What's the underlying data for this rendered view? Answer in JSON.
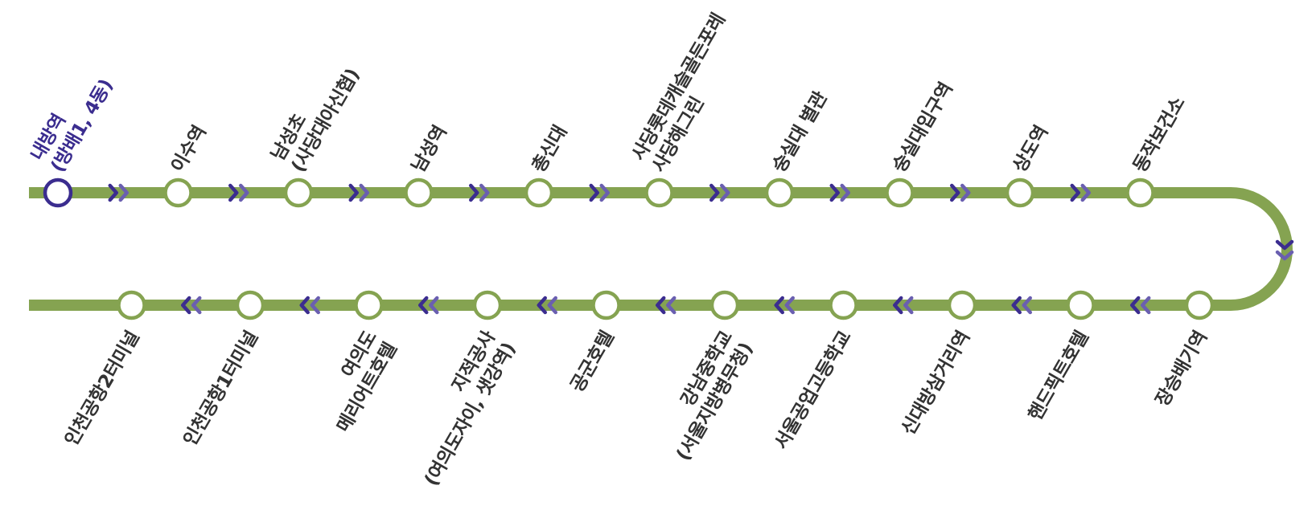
{
  "colors": {
    "route": "#85a351",
    "current": "#3b2d8f",
    "label": "#333333",
    "arrow_dark": "#3b2d8f",
    "arrow_light": "#6a5fb0"
  },
  "stops_top": [
    {
      "name": "내방역",
      "sub": "(방배1, 4동)",
      "current": true
    },
    {
      "name": "이수역"
    },
    {
      "name": "남성초",
      "sub": "(사당대아신협)"
    },
    {
      "name": "남성역"
    },
    {
      "name": "총신대"
    },
    {
      "name": "사당롯데캐슬골든포레",
      "sub": "사당해그린"
    },
    {
      "name": "숭실대 별관"
    },
    {
      "name": "숭실대입구역"
    },
    {
      "name": "상도역"
    },
    {
      "name": "동작보건소"
    }
  ],
  "stops_bottom": [
    {
      "name": "장승배기역"
    },
    {
      "name": "핸드픽트호텔"
    },
    {
      "name": "신대방삼거리역"
    },
    {
      "name": "서울공업고등학교"
    },
    {
      "name": "강남중학교",
      "sub": "(서울지방병무청)"
    },
    {
      "name": "공군호텔"
    },
    {
      "name": "지적공사",
      "sub": "(여의도자이, 샛강역)"
    },
    {
      "name": "여의도",
      "sub": "메리어트호텔"
    },
    {
      "name": "인천공항1터미널"
    },
    {
      "name": "인천공항2터미널"
    }
  ]
}
